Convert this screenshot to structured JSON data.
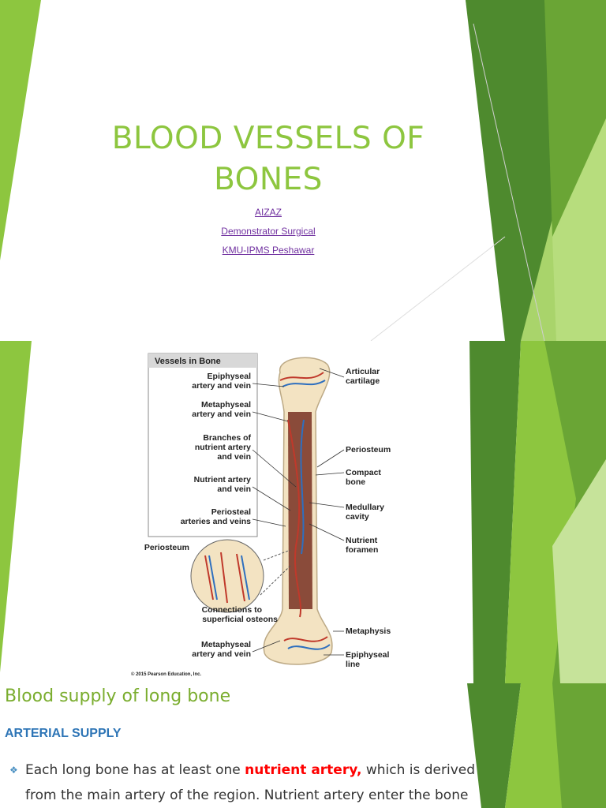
{
  "slide1": {
    "title_line1": "BLOOD VESSELS OF",
    "title_line2": "BONES",
    "author": "AIZAZ",
    "role": "Demonstrator Surgical ",
    "institution": "KMU-IPMS Peshawar"
  },
  "slide2": {
    "figure": {
      "box_title": "Vessels in Bone",
      "labels_left": [
        "Epiphyseal",
        "artery and vein",
        "Metaphyseal",
        "artery and vein",
        "Branches of",
        "nutrient artery",
        "and vein",
        "Nutrient artery",
        "and vein",
        "Periosteal",
        "arteries and veins",
        "Periosteum",
        "Connections to",
        "superficial osteons",
        "Metaphyseal",
        "artery and vein"
      ],
      "labels_right": [
        "Articular",
        "cartilage",
        "Periosteum",
        "Compact",
        "bone",
        "Medullary",
        "cavity",
        "Nutrient",
        "foramen",
        "Metaphysis",
        "Epiphyseal",
        "line"
      ],
      "copyright": "© 2015 Pearson Education, Inc."
    }
  },
  "slide3": {
    "title": "Blood supply of long bone",
    "heading": "ARTERIAL SUPPLY",
    "bullet_pre": "Each long bone has at least one ",
    "bullet_red": "nutrient artery,",
    "bullet_post": " which is derived from the main artery of the region. Nutrient artery enter the bone"
  },
  "colors": {
    "title_green": "#8dc63f",
    "link_purple": "#7030a0",
    "heading_blue": "#2e75b6",
    "highlight_red": "#ff0000",
    "deco_green_dark": "#4e8a2e",
    "deco_green_light": "#8dc63f"
  }
}
